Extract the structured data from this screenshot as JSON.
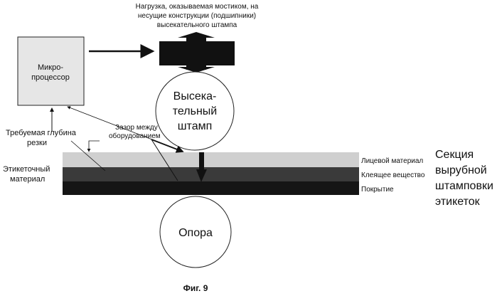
{
  "load_label": [
    "Нагрузка, оказываемая мостиком, на",
    "несущие конструкции (подшипники)",
    "высекательного штампа"
  ],
  "microprocessor": [
    "Микро-",
    "процессор"
  ],
  "die": [
    "Высека-",
    "тельный",
    "штамп"
  ],
  "anvil": "Опора",
  "cut_depth": [
    "Требуемая глубина",
    "резки"
  ],
  "gap": [
    "Зазор между",
    "оборудованием"
  ],
  "label_material": [
    "Этикеточный",
    "материал"
  ],
  "layers": [
    "Лицевой материал",
    "Клеящее вещество",
    "Покрытие"
  ],
  "section": [
    "Секция",
    "вырубной",
    "штамповки",
    "этикеток"
  ],
  "figure": "Фиг. 9"
}
